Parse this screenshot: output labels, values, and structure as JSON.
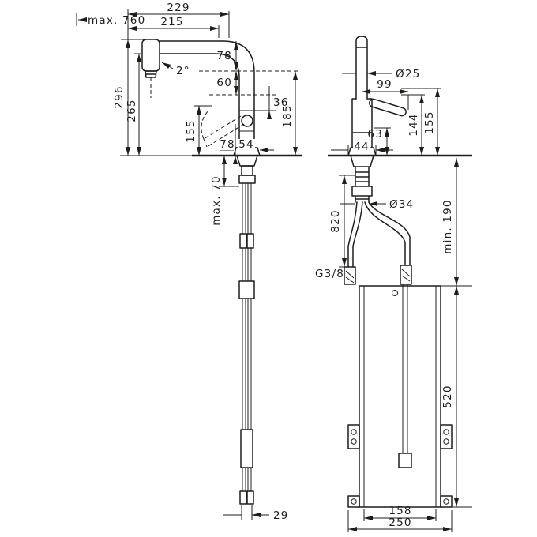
{
  "side_view": {
    "reach_229": "229",
    "reach_215": "215",
    "pullout_max": "max. 760",
    "angle": "2°",
    "drop_78": "78",
    "drop_60": "60",
    "drop_36": "36",
    "height_296": "296",
    "height_265": "265",
    "height_185": "185",
    "handle_155": "155",
    "base_78": "78",
    "base_54": "54",
    "counter_max": "max. 70",
    "hose_29": "29"
  },
  "front_view": {
    "dia_25": "Ø25",
    "handle_99": "99",
    "handle_144": "144",
    "handle_155": "155",
    "base_63": "63",
    "base_44": "44",
    "dia_34": "Ø34",
    "hose_820": "820",
    "clearance_min": "min. 190",
    "thread": "G3/8",
    "box_520": "520",
    "box_158": "158",
    "box_250": "250"
  }
}
